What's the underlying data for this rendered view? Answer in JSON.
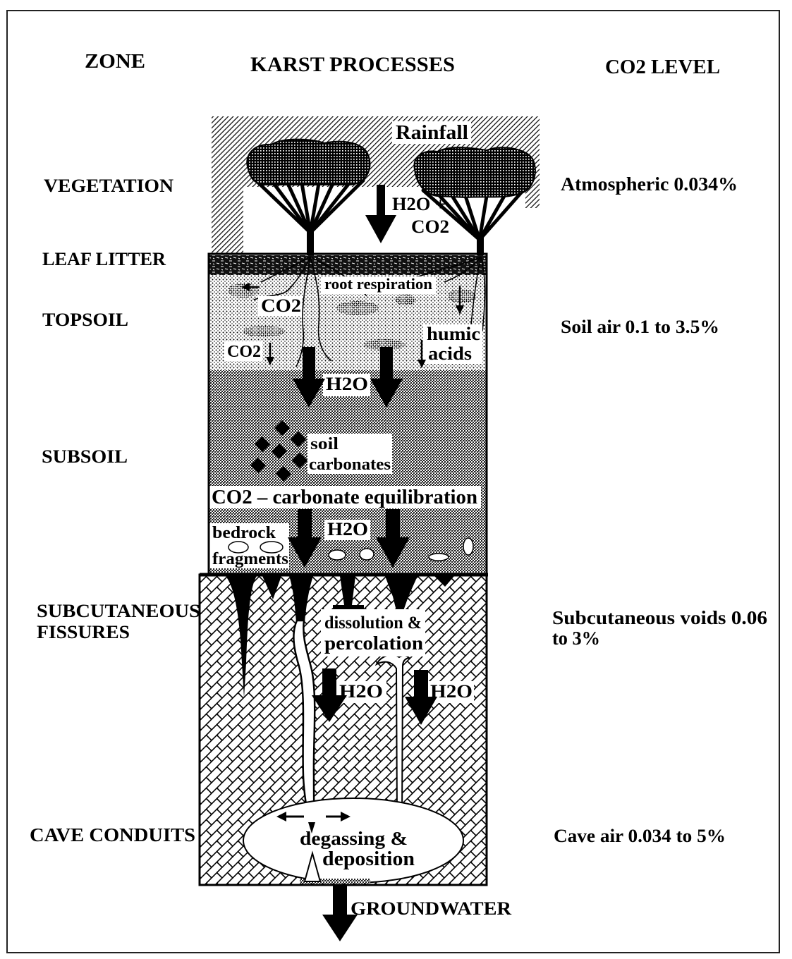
{
  "headers": {
    "zone": "ZONE",
    "karst_processes": "KARST PROCESSES",
    "co2_level": "CO2 LEVEL"
  },
  "zones": {
    "vegetation": "VEGETATION",
    "leaf_litter": "LEAF LITTER",
    "topsoil": "TOPSOIL",
    "subsoil": "SUBSOIL",
    "subcutaneous_fissures": [
      "SUBCUTANEOUS",
      "FISSURES"
    ],
    "cave_conduits": "CAVE CONDUITS"
  },
  "co2_levels": {
    "vegetation": "Atmospheric 0.034%",
    "topsoil": "Soil air 0.1 to 3.5%",
    "subcutaneous": [
      "Subcutaneous voids 0.06",
      "to 3%"
    ],
    "cave": "Cave air 0.034 to 5%"
  },
  "processes": {
    "rainfall": "Rainfall",
    "infiltration": [
      "H2O +",
      "CO2"
    ],
    "root_respiration": "root respiration",
    "soil_co2_release": "CO2",
    "soil_co2_down": "CO2",
    "humic_acids": [
      "humic",
      "acids"
    ],
    "topsoil_water": "H2O",
    "soil_carbonates": [
      "soil",
      "carbonates"
    ],
    "equilibration": "CO2 – carbonate equilibration",
    "bedrock_fragments": [
      "bedrock",
      "fragments"
    ],
    "subsoil_water": "H2O",
    "dissolution_percolation": [
      "dissolution &",
      "percolation"
    ],
    "fissure_water": [
      "H2O",
      "H2O"
    ],
    "degassing_deposition": [
      "degassing &",
      "deposition"
    ],
    "groundwater": "GROUNDWATER"
  }
}
